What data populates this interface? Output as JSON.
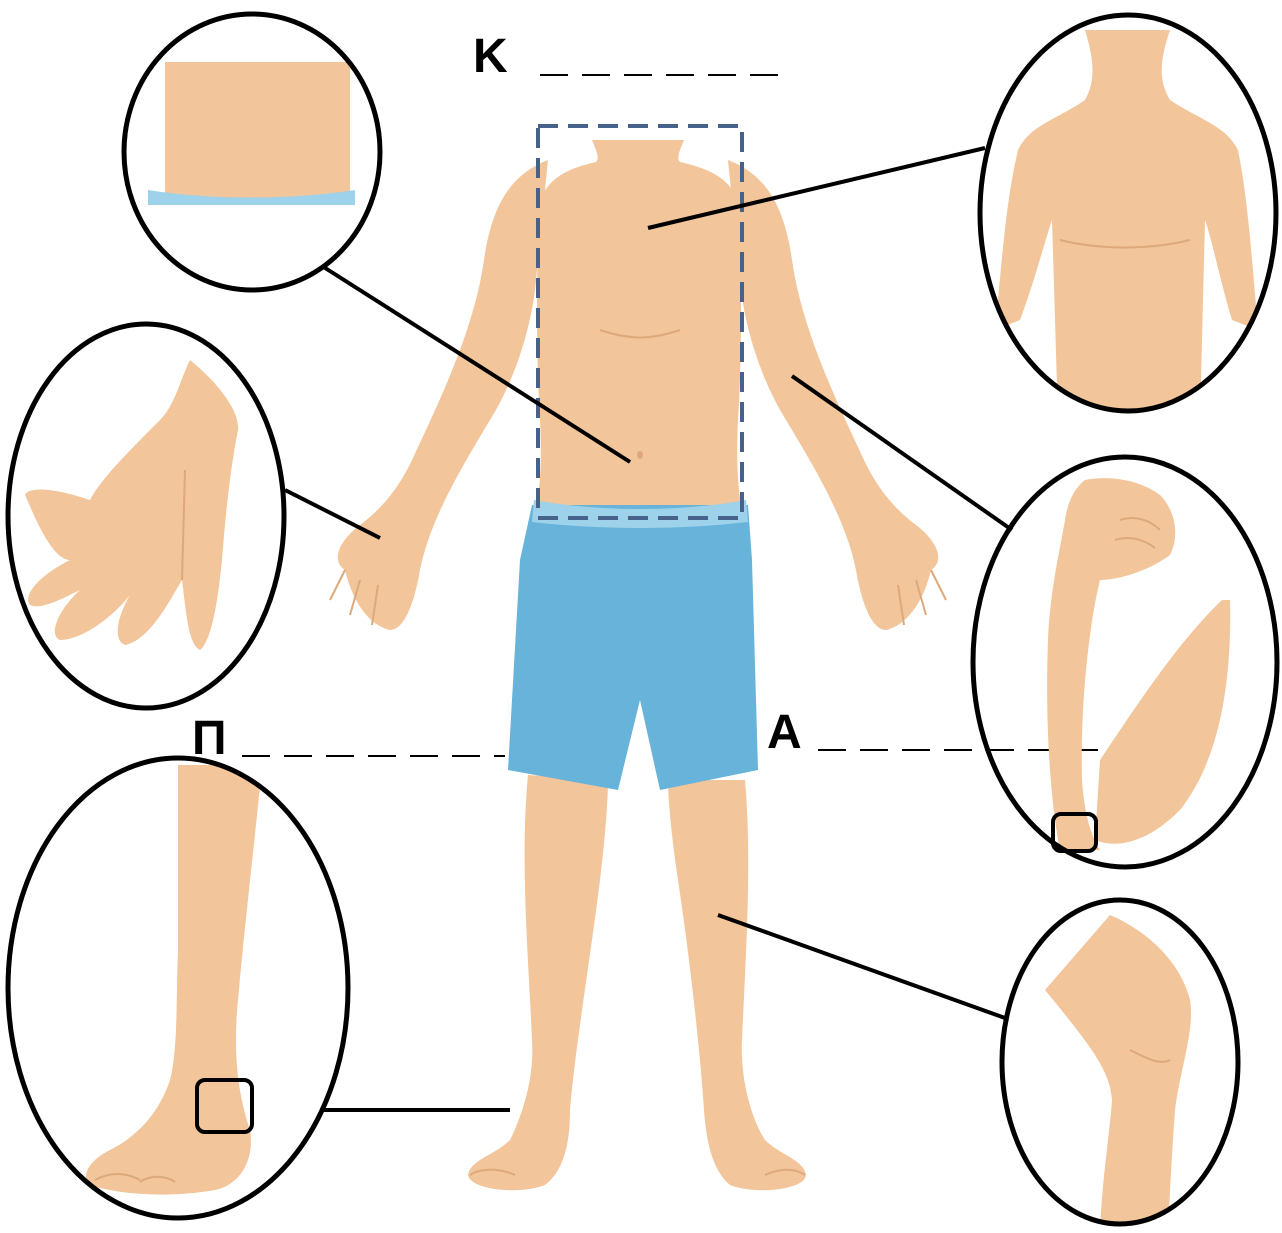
{
  "labels": {
    "top": "K",
    "left": "П",
    "right": "A"
  },
  "colors": {
    "skin": "#F2C59A",
    "skin_shade": "#DDA97C",
    "shorts": "#68B3DA",
    "waistband": "#9DD2EA",
    "frame": "#46618A",
    "outline": "#000000"
  },
  "icons": [
    "belly-zoom",
    "chest-back-zoom",
    "hand-zoom",
    "elbow-zoom",
    "foot-zoom",
    "knee-zoom"
  ]
}
